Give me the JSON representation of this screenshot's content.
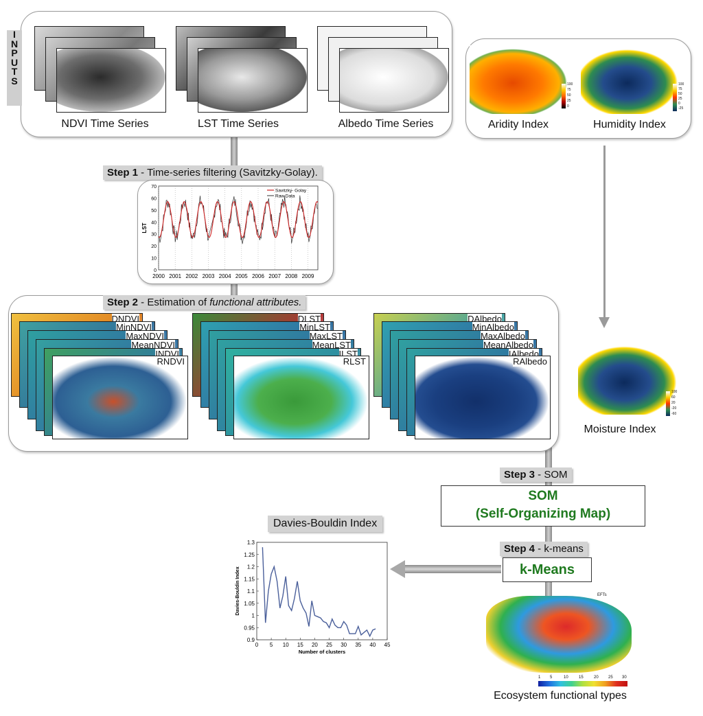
{
  "inputs_label": [
    "I",
    "N",
    "P",
    "U",
    "T",
    "S"
  ],
  "inputs_captions": {
    "ndvi": "NDVI Time Series",
    "lst": "LST Time Series",
    "albedo": "Albedo Time Series",
    "aridity": "Aridity Index",
    "humidity": "Humidity Index",
    "moisture": "Moisture Index"
  },
  "steps": {
    "step1": {
      "num": "Step 1",
      "text": " - Time-series filtering (Savitzky-Golay)."
    },
    "step2": {
      "num": "Step 2",
      "text": " - Estimation of ",
      "italic": "functional attributes."
    },
    "step3": {
      "num": "Step 3",
      "text": " -  SOM"
    },
    "step4": {
      "num": "Step 4",
      "text": " -  k-means"
    }
  },
  "som_box": {
    "line1": "SOM",
    "line2": "(Self-Organizing Map)"
  },
  "kmeans_box": "k-Means",
  "db_title": "Davies-Bouldin Index",
  "eft_label": "Ecosystem functional types",
  "eft_map_title": "EFTs",
  "eft_colorbar_ticks": [
    "1",
    "5",
    "10",
    "15",
    "20",
    "25",
    "30"
  ],
  "attribute_stacks": {
    "ndvi": [
      "DNDVI",
      "MinNDVI",
      "MaxNDVI",
      "MeanNDVI",
      "INDVI",
      "RNDVI"
    ],
    "lst": [
      "DLST",
      "MinLST",
      "MaxLST",
      "MeanLST",
      "ILST",
      "RLST"
    ],
    "albedo": [
      "DAlbedo",
      "MinAlbedo",
      "MaxAlbedo",
      "MeanAlbedo",
      "IAlbedo",
      "RAlbedo"
    ]
  },
  "legend_ticks": {
    "aridity": [
      "100",
      "75",
      "50",
      "25",
      "0"
    ],
    "humidity": [
      "100",
      "75",
      "50",
      "25",
      "0",
      "-25"
    ],
    "moisture": [
      "100",
      "60",
      "20",
      "-20",
      "-60"
    ]
  },
  "chart_data": [
    {
      "type": "line",
      "title": "",
      "xlabel": "",
      "ylabel": "LST",
      "x_tick_labels": [
        "2000",
        "2001",
        "2002",
        "2003",
        "2004",
        "2005",
        "2006",
        "2007",
        "2008",
        "2009"
      ],
      "y_tick_labels": [
        "0",
        "10",
        "20",
        "30",
        "40",
        "50",
        "60",
        "70"
      ],
      "ylim": [
        0,
        70
      ],
      "xlim": [
        2000,
        2009.6
      ],
      "legend": "top-right",
      "series": [
        {
          "name": "Savitzky- Golay",
          "color": "#cc2222"
        },
        {
          "name": "Raw Data",
          "color": "#333333"
        }
      ]
    },
    {
      "type": "line",
      "title": "",
      "xlabel": "Number of clusters",
      "ylabel": "Davies-Bouldin Index",
      "xlim": [
        0,
        45
      ],
      "ylim": [
        0.9,
        1.3
      ],
      "x_ticks": [
        0,
        5,
        10,
        15,
        20,
        25,
        30,
        35,
        40,
        45
      ],
      "y_ticks": [
        0.9,
        0.95,
        1,
        1.05,
        1.1,
        1.15,
        1.2,
        1.25,
        1.3
      ],
      "series": [
        {
          "color": "#4a5f9a",
          "x": [
            2,
            3,
            4,
            5,
            6,
            7,
            8,
            9,
            10,
            11,
            12,
            13,
            14,
            15,
            16,
            17,
            18,
            19,
            20,
            21,
            22,
            23,
            24,
            25,
            26,
            27,
            28,
            29,
            30,
            31,
            32,
            33,
            34,
            35,
            36,
            37,
            38,
            39,
            40,
            41
          ],
          "y": [
            1.28,
            0.97,
            1.1,
            1.17,
            1.2,
            1.14,
            1.03,
            1.08,
            1.16,
            1.04,
            1.02,
            1.07,
            1.14,
            1.06,
            1.03,
            1.01,
            0.955,
            1.06,
            1.0,
            0.995,
            0.99,
            0.975,
            0.97,
            0.95,
            0.985,
            0.96,
            0.95,
            0.95,
            0.975,
            0.96,
            0.925,
            0.925,
            0.925,
            0.955,
            0.92,
            0.93,
            0.94,
            0.915,
            0.94,
            0.945
          ]
        }
      ]
    }
  ]
}
